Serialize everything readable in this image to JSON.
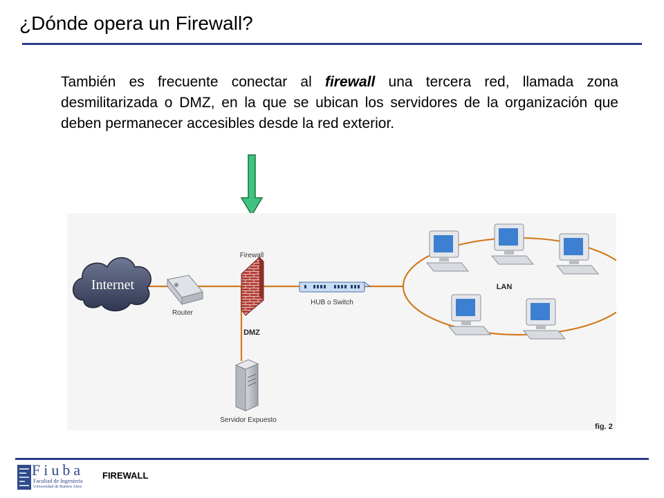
{
  "slide": {
    "title": "¿Dónde opera un Firewall?",
    "paragraph_before": "También es frecuente conectar al ",
    "paragraph_emphasis": "firewall",
    "paragraph_after": "  una tercera red, llamada zona desmilitarizada o DMZ, en la que se ubican los servidores de la organización que deben permanecer accesibles desde la red exterior."
  },
  "diagram": {
    "internet_label": "Internet",
    "router_label": "Router",
    "firewall_label": "Firewall",
    "dmz_label": "DMZ",
    "hub_label": "HUB o Switch",
    "server_label": "Servidor Expuesto",
    "lan_label": "LAN",
    "figure_label": "fig. 2",
    "colors": {
      "link": "#d27a1e",
      "arrow": "#3ec480",
      "firewall": "#b3403a",
      "monitor": "#3d7fd0"
    }
  },
  "footer": {
    "label": "FIREWALL",
    "logo_word": "Fiuba",
    "logo_line1": "Facultad de Ingeniería",
    "logo_line2": "Universidad de Buenos Aires"
  }
}
